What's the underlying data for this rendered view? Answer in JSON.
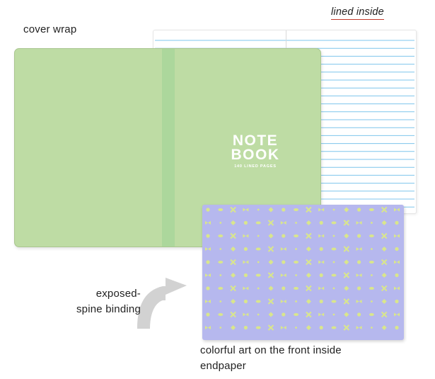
{
  "labels": {
    "cover_wrap": "cover wrap",
    "lined_inside": "lined inside",
    "spine_line1": "exposed-",
    "spine_line2": "spine binding",
    "endpaper_line1": "colorful art on the front inside",
    "endpaper_line2": "endpaper"
  },
  "cover": {
    "title_line1": "NOTE",
    "title_line2": "BOOK",
    "subtitle": "140 LINED PAGES"
  },
  "colors": {
    "cover": "#bedca4",
    "spine_band": "#acd79c",
    "endpaper": "#b6b8ee",
    "endpaper_motif": "#d9e68c",
    "ruled_line": "#7ec5ec",
    "arrow": "#d2d2d2",
    "underline_accent": "#c0392b"
  },
  "icons": {
    "arrow": "curved-up-arrow-icon"
  }
}
